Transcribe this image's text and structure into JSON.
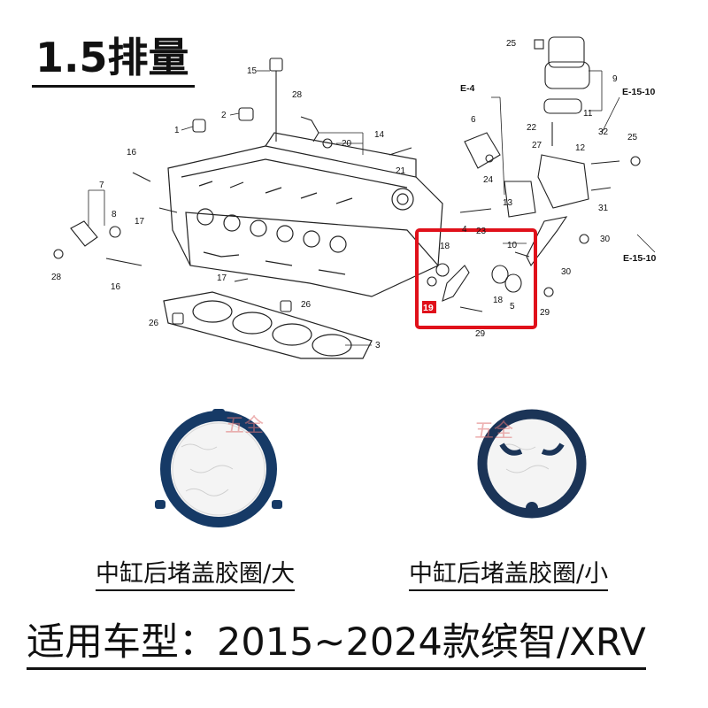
{
  "header": {
    "title": "1.5排量"
  },
  "diagram": {
    "highlight_color": "#e0101a",
    "badge_color": "#e0101a",
    "callouts": [
      "1",
      "2",
      "3",
      "4",
      "5",
      "6",
      "7",
      "8",
      "9",
      "10",
      "11",
      "12",
      "13",
      "14",
      "15",
      "16",
      "16",
      "17",
      "17",
      "18",
      "18",
      "19",
      "20",
      "21",
      "22",
      "23",
      "24",
      "25",
      "25",
      "26",
      "26",
      "27",
      "28",
      "28",
      "29",
      "29",
      "30",
      "30",
      "31",
      "32"
    ],
    "refs": [
      "E-4",
      "E-15-10",
      "E-15-10"
    ]
  },
  "products": {
    "watermark": "五全",
    "large": {
      "label": "中缸后堵盖胶圈/大",
      "ring_color": "#163a66"
    },
    "small": {
      "label": "中缸后堵盖胶圈/小",
      "ring_color": "#1b3457"
    }
  },
  "footer": {
    "fitment": "适用车型：2015~2024款缤智/XRV"
  }
}
